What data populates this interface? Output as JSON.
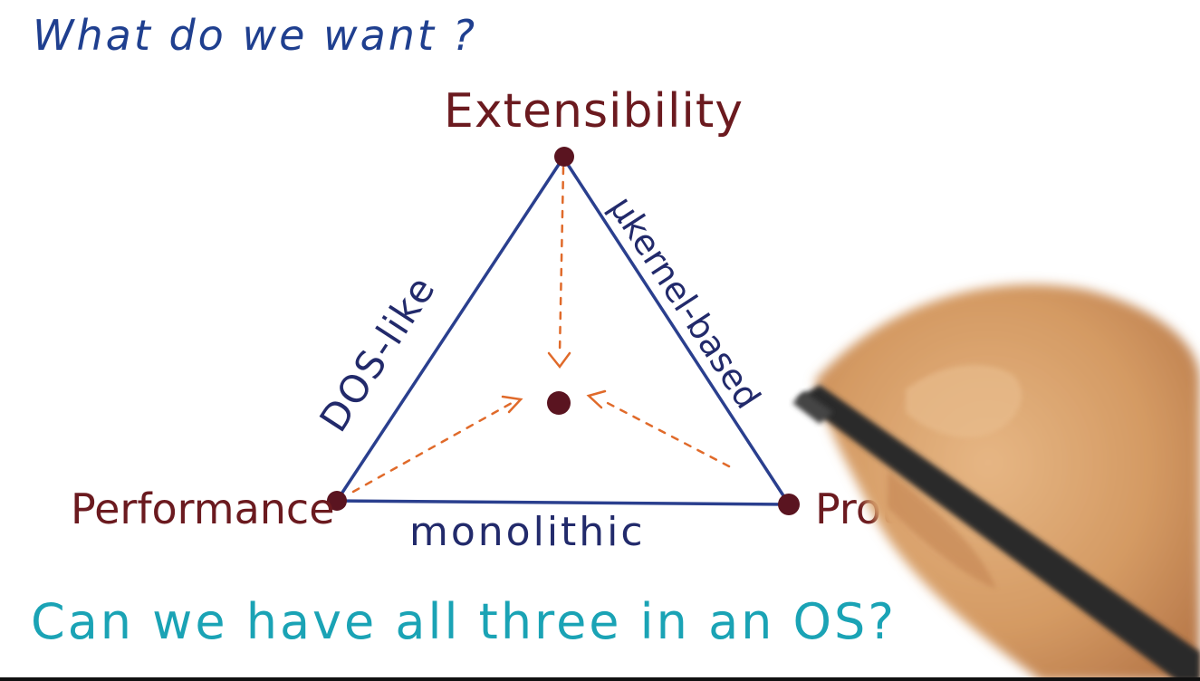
{
  "title": "What do we want ?",
  "question": "Can we have all three in an OS?",
  "vertices": {
    "top": "Extensibility",
    "left": "Performance",
    "right": "Protection"
  },
  "edges": {
    "left": "DOS-like",
    "right": "μkernel-based",
    "bottom": "monolithic"
  },
  "colors": {
    "title_ink": "#1f3f8f",
    "vertex_ink": "#6b1a1f",
    "edge_ink": "#2a3f8e",
    "label_ink": "#222a6b",
    "arrow_ink": "#e06a2a",
    "question_ink": "#1aa3b5",
    "skin": "#d9a06a"
  }
}
